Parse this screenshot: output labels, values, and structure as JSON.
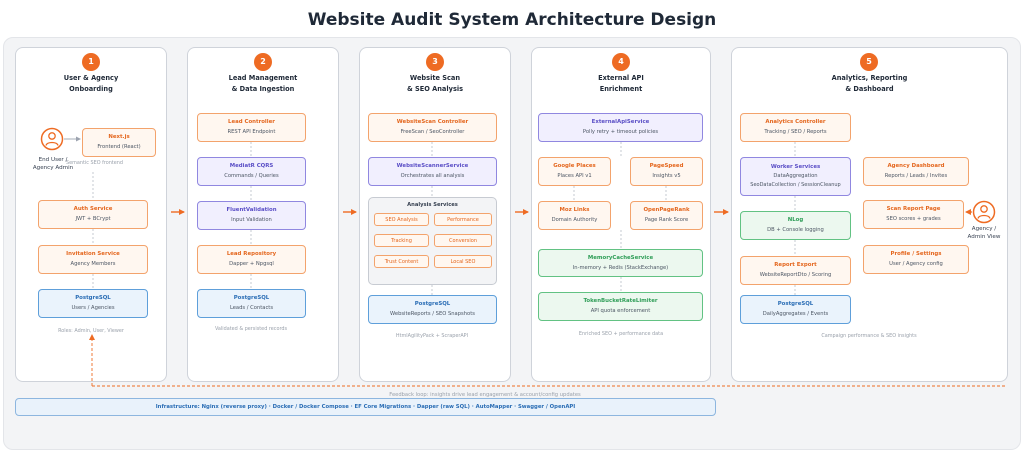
{
  "title": "Website Audit System Architecture Design",
  "colors": {
    "orange": "#ee6b23",
    "purple": "#5a4ec6",
    "blue": "#2a6db5",
    "green": "#2e9d57"
  },
  "col1": {
    "number": "1",
    "heading": [
      "User & Agency",
      "Onboarding"
    ],
    "actor": [
      "End User /",
      "Agency Admin"
    ],
    "nextjs": {
      "title": "Next.js",
      "sub": "Frontend (React)"
    },
    "frontend_note": "Semantic SEO frontend",
    "auth": {
      "title": "Auth Service",
      "sub": "JWT + BCrypt"
    },
    "invitation": {
      "title": "Invitation Service",
      "sub": "Agency Members"
    },
    "db": {
      "title": "PostgreSQL",
      "sub": "Users / Agencies"
    },
    "note": "Roles: Admin, User, Viewer"
  },
  "col2": {
    "number": "2",
    "heading": [
      "Lead Management",
      "& Data Ingestion"
    ],
    "controller": {
      "title": "Lead Controller",
      "sub": "REST API Endpoint"
    },
    "mediatr": {
      "title": "MediatR CQRS",
      "sub": "Commands / Queries"
    },
    "validation": {
      "title": "FluentValidation",
      "sub": "Input Validation"
    },
    "repository": {
      "title": "Lead Repository",
      "sub": "Dapper + Npgsql"
    },
    "db": {
      "title": "PostgreSQL",
      "sub": "Leads / Contacts"
    },
    "note": "Validated & persisted records"
  },
  "col3": {
    "number": "3",
    "heading": [
      "Website Scan",
      "& SEO Analysis"
    ],
    "controller": {
      "title": "WebsiteScan Controller",
      "sub": "FreeScan / SeoController"
    },
    "scanner": {
      "title": "WebsiteScannerService",
      "sub": "Orchestrates all analysis"
    },
    "analysis": {
      "title": "Analysis Services",
      "items": [
        "SEO Analysis",
        "Performance",
        "Tracking",
        "Conversion",
        "Trust Content",
        "Local SEO"
      ]
    },
    "db": {
      "title": "PostgreSQL",
      "sub": "WebsiteReports / SEO Snapshots"
    },
    "note": "HtmlAgilityPack + ScraperAPI"
  },
  "col4": {
    "number": "4",
    "heading": [
      "External API",
      "Enrichment"
    ],
    "service": {
      "title": "ExternalApiService",
      "sub": "Polly retry + timeout policies"
    },
    "google": {
      "title": "Google Places",
      "sub": "Places API v1"
    },
    "pagespeed": {
      "title": "PageSpeed",
      "sub": "Insights v5"
    },
    "moz": {
      "title": "Moz Links",
      "sub": "Domain Authority"
    },
    "openpagerank": {
      "title": "OpenPageRank",
      "sub": "Page Rank Score"
    },
    "cache": {
      "title": "MemoryCacheService",
      "sub": "In-memory + Redis (StackExchange)"
    },
    "ratelimiter": {
      "title": "TokenBucketRateLimiter",
      "sub": "API quota enforcement"
    },
    "note": "Enriched SEO + performance data"
  },
  "col5": {
    "number": "5",
    "heading": [
      "Analytics, Reporting",
      "& Dashboard"
    ],
    "controller": {
      "title": "Analytics Controller",
      "sub": "Tracking / SEO / Reports"
    },
    "workers": {
      "title": "Worker Services",
      "lines": [
        "DataAggregation",
        "SeoDataCollection / SessionCleanup"
      ]
    },
    "nlog": {
      "title": "NLog",
      "sub": "DB + Console logging"
    },
    "export": {
      "title": "Report Export",
      "sub": "WebsiteReportDto / Scoring"
    },
    "db": {
      "title": "PostgreSQL",
      "sub": "DailyAggregates / Events"
    },
    "dashboard": {
      "title": "Agency Dashboard",
      "sub": "Reports / Leads / Invites"
    },
    "scan_report": {
      "title": "Scan Report Page",
      "sub": "SEO scores + grades"
    },
    "profile": {
      "title": "Profile / Settings",
      "sub": "User / Agency config"
    },
    "actor": [
      "Agency /",
      "Admin View"
    ],
    "note": "Campaign performance & SEO insights"
  },
  "feedback": "Feedback loop: insights drive lead engagement & account/config updates",
  "infrastructure": "Infrastructure: Nginx (reverse proxy) · Docker / Docker Compose · EF Core Migrations · Dapper (raw SQL) · AutoMapper · Swagger / OpenAPI"
}
